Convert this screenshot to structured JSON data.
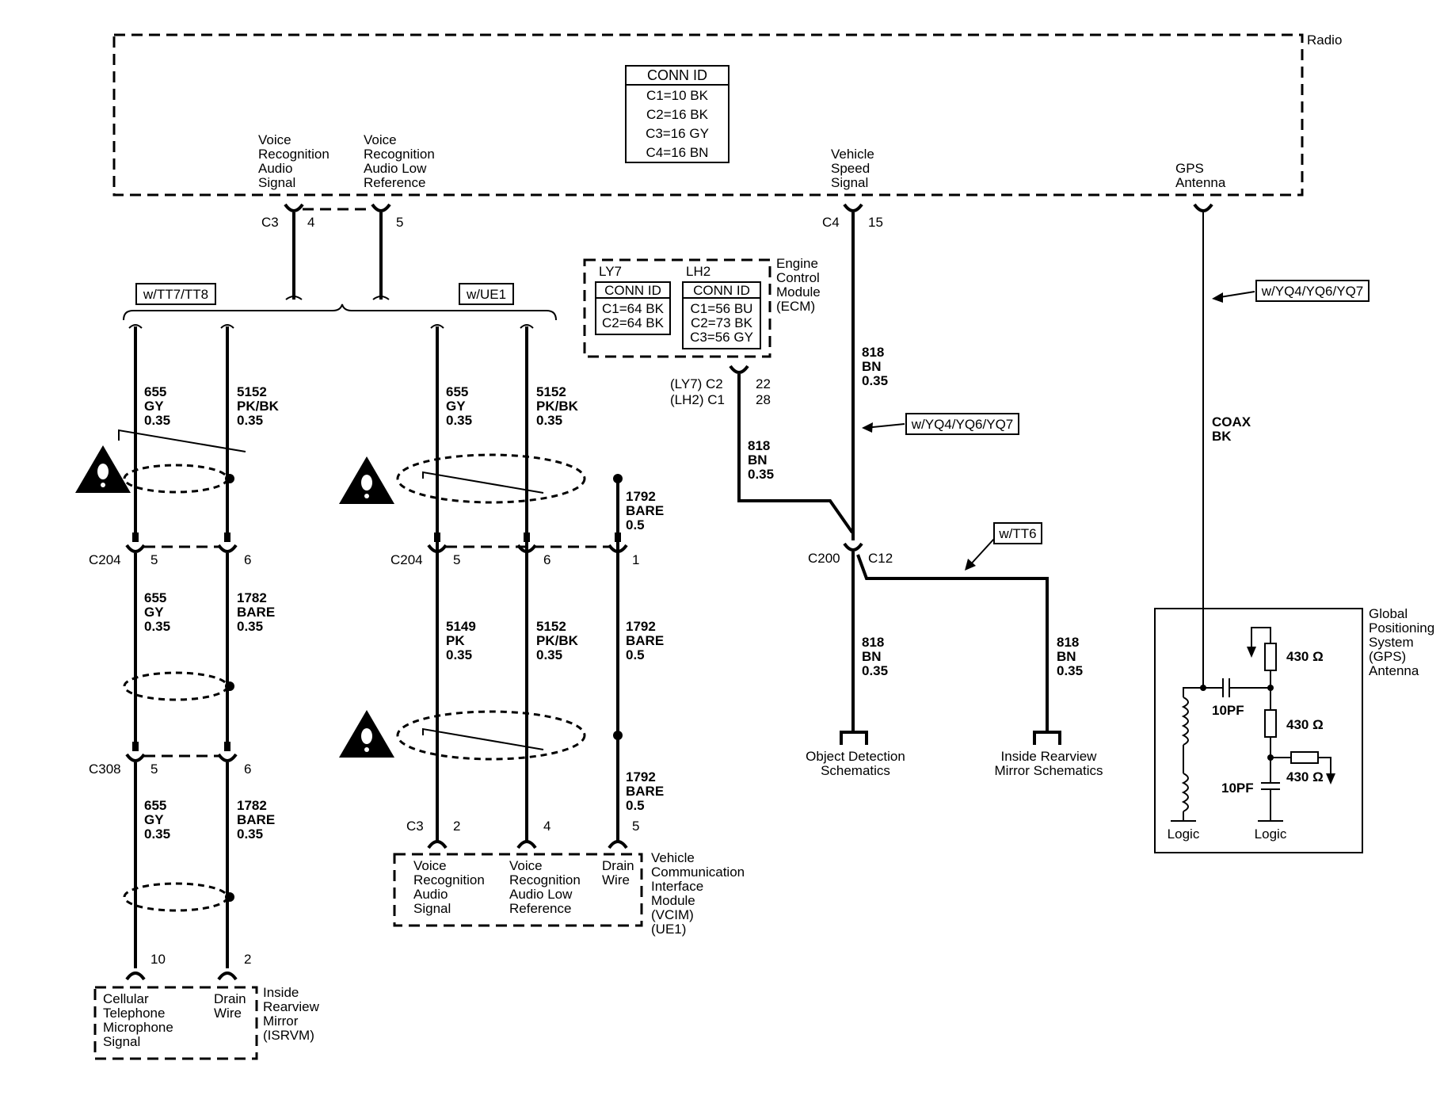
{
  "radio": {
    "label": "Radio",
    "conn_id_title": "CONN ID",
    "conn_ids": [
      "C1=10 BK",
      "C2=16 BK",
      "C3=16 GY",
      "C4=16 BN"
    ],
    "pins": {
      "vr_audio": [
        "Voice",
        "Recognition",
        "Audio",
        "Signal"
      ],
      "vr_low": [
        "Voice",
        "Recognition",
        "Audio Low",
        "Reference"
      ],
      "vss": [
        "Vehicle",
        "Speed",
        "Signal"
      ],
      "gps": [
        "GPS",
        "Antenna"
      ]
    },
    "c3": "C3",
    "c3_pin_a": "4",
    "c3_pin_b": "5",
    "c4": "C4",
    "c4_pin": "15"
  },
  "options": {
    "tt7": "w/TT7/TT8",
    "ue1": "w/UE1",
    "yq4_a": "w/YQ4/YQ6/YQ7",
    "yq4_b": "w/YQ4/YQ6/YQ7",
    "tt6": "w/TT6"
  },
  "ecm": {
    "label": [
      "Engine",
      "Control",
      "Module",
      "(ECM)"
    ],
    "ly7": "LY7",
    "lh2": "LH2",
    "conn_id_title": "CONN ID",
    "ly7_ids": [
      "C1=64 BK",
      "C2=64 BK"
    ],
    "lh2_ids": [
      "C1=56 BU",
      "C2=73 BK",
      "C3=56 GY"
    ],
    "conn_a": "(LY7) C2",
    "conn_b": "(LH2) C1",
    "pin_a": "22",
    "pin_b": "28"
  },
  "wires": {
    "w655": [
      "655",
      "GY",
      "0.35"
    ],
    "w5152": [
      "5152",
      "PK/BK",
      "0.35"
    ],
    "w1782": [
      "1782",
      "BARE",
      "0.35"
    ],
    "w1792": [
      "1792",
      "BARE",
      "0.5"
    ],
    "w5149": [
      "5149",
      "PK",
      "0.35"
    ],
    "w818": [
      "818",
      "BN",
      "0.35"
    ],
    "coax": [
      "COAX",
      "BK"
    ]
  },
  "connectors": {
    "c204": "C204",
    "c308": "C308",
    "c3": "C3",
    "c200": "C200",
    "c12": "C12",
    "p5": "5",
    "p6": "6",
    "p1": "1",
    "p2": "2",
    "p4": "4",
    "p10": "10"
  },
  "isrvm": {
    "label": [
      "Inside",
      "Rearview",
      "Mirror",
      "(ISRVM)"
    ],
    "pin_a": [
      "Cellular",
      "Telephone",
      "Microphone",
      "Signal"
    ],
    "pin_b": [
      "Drain",
      "Wire"
    ]
  },
  "vcim": {
    "label": [
      "Vehicle",
      "Communication",
      "Interface",
      "Module",
      "(VCIM)",
      "(UE1)"
    ],
    "pin_a": [
      "Voice",
      "Recognition",
      "Audio",
      "Signal"
    ],
    "pin_b": [
      "Voice",
      "Recognition",
      "Audio Low",
      "Reference"
    ],
    "pin_c": [
      "Drain",
      "Wire"
    ]
  },
  "destinations": {
    "obj": [
      "Object Detection",
      "Schematics"
    ],
    "mirror": [
      "Inside Rearview",
      "Mirror Schematics"
    ]
  },
  "gps": {
    "label": [
      "Global",
      "Positioning",
      "System",
      "(GPS)",
      "Antenna"
    ],
    "r1": "430 Ω",
    "r2": "430 Ω",
    "r3": "430 Ω",
    "c1": "10PF",
    "c2": "10PF",
    "logic_a": "Logic",
    "logic_b": "Logic"
  }
}
